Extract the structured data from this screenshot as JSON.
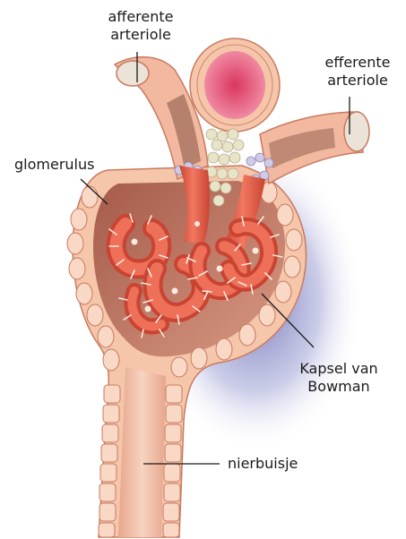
{
  "labels": {
    "afferent": [
      "afferente",
      "arteriole"
    ],
    "efferent": [
      "efferente",
      "arteriole"
    ],
    "glomerulus": "glomerulus",
    "bowman": [
      "Kapsel van",
      "Bowman"
    ],
    "tubule": "nierbuisje"
  },
  "colors": {
    "vessel": "#e8604a",
    "vessel_dark": "#c94432",
    "vessel_light": "#f28b6f",
    "wall": "#f7c9ad",
    "wall_stroke": "#c87a60",
    "capsule": "#f9d3bd",
    "capsule_inner": "#b6705f",
    "lumen_pink": "#e3567a",
    "podocyte": "#fbe9de",
    "shadow": "#4a4f9e",
    "leader": "#1a1a1a"
  }
}
